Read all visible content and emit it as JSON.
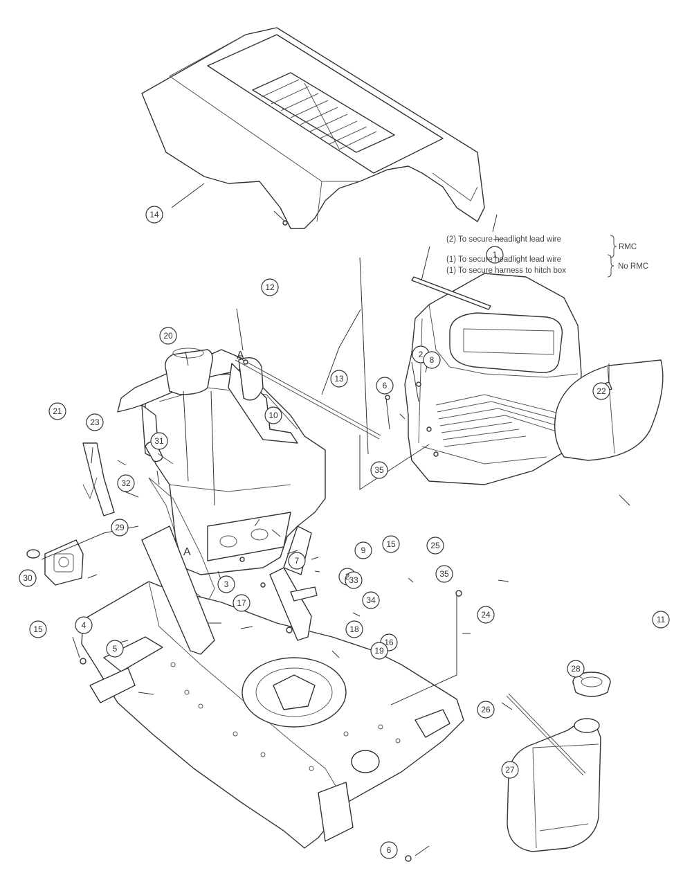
{
  "callouts": [
    "1",
    "2",
    "2",
    "3",
    "4",
    "5",
    "6",
    "6",
    "7",
    "8",
    "9",
    "10",
    "11",
    "12",
    "13",
    "14",
    "15",
    "15",
    "16",
    "17",
    "18",
    "19",
    "20",
    "21",
    "22",
    "23",
    "24",
    "25",
    "26",
    "27",
    "28",
    "29",
    "30",
    "31",
    "32",
    "33",
    "34",
    "35",
    "35"
  ],
  "ref_letters": [
    "A",
    "A"
  ],
  "notes": {
    "rmc_line": "(2) To secure headlight lead wire",
    "rmc_label": "RMC",
    "normc_line1": "(1) To secure headlight lead wire",
    "normc_line2": "(1) To secure harness to hitch box",
    "normc_label": "No RMC"
  }
}
